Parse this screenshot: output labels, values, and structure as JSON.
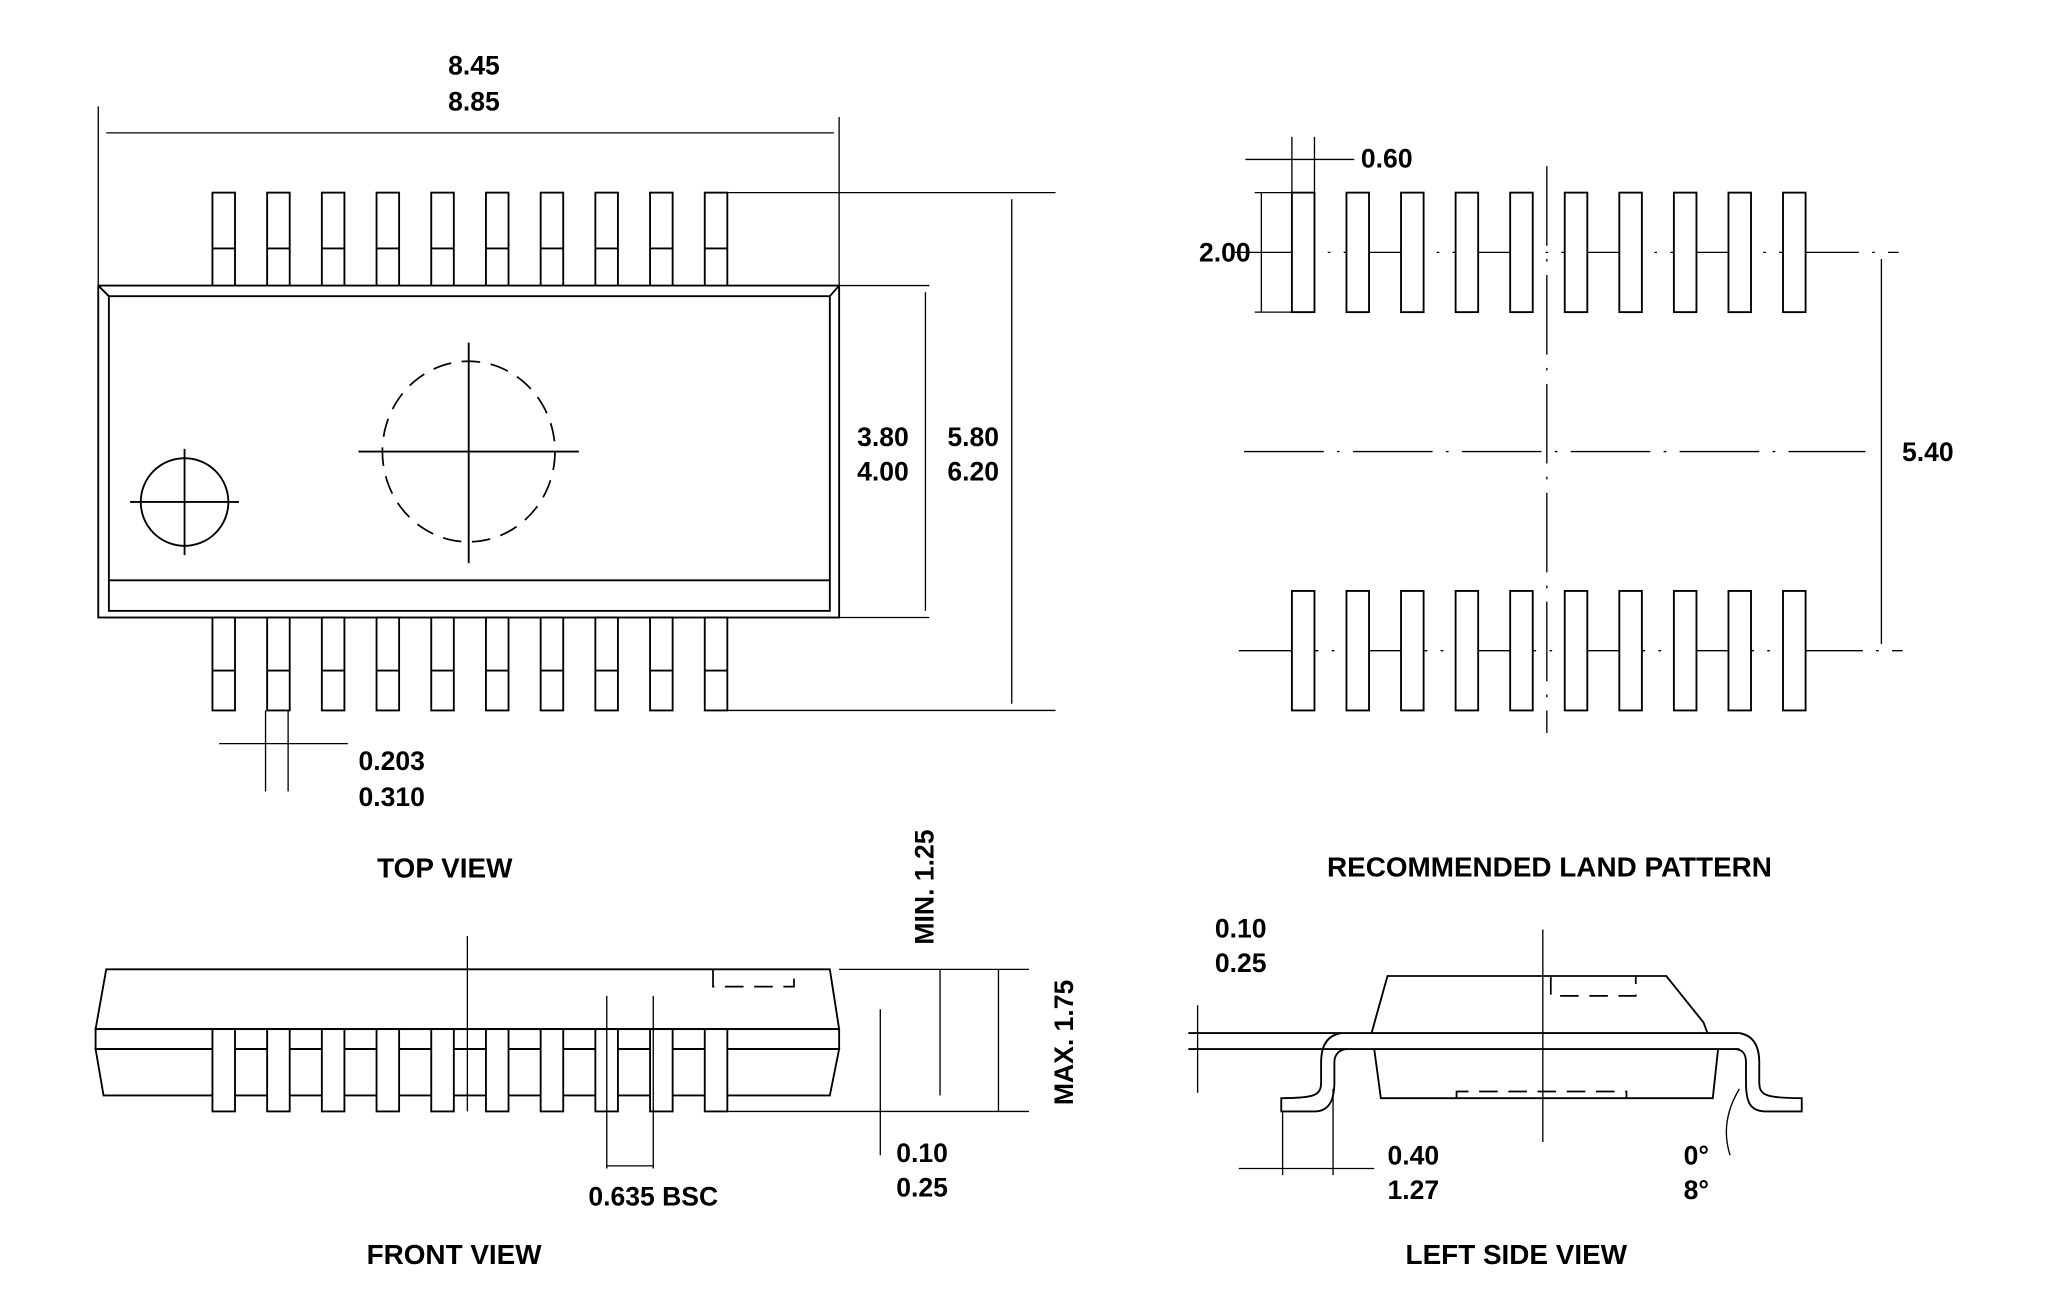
{
  "top_view": {
    "title": "TOP VIEW",
    "length_min": "8.45",
    "length_max": "8.85",
    "body_width_min": "3.80",
    "body_width_max": "4.00",
    "overall_width_min": "5.80",
    "overall_width_max": "6.20",
    "lead_width_min": "0.203",
    "lead_width_max": "0.310",
    "lead_count_per_side": 10
  },
  "land_pattern": {
    "title": "RECOMMENDED LAND PATTERN",
    "pad_width": "0.60",
    "pad_length": "2.00",
    "row_pitch": "5.40"
  },
  "front_view": {
    "title": "FRONT VIEW",
    "min_height": "MIN. 1.25",
    "max_height": "MAX. 1.75",
    "standoff_min": "0.10",
    "standoff_max": "0.25",
    "pitch": "0.635 BSC"
  },
  "left_side_view": {
    "title": "LEFT SIDE VIEW",
    "lead_thickness_min": "0.10",
    "lead_thickness_max": "0.25",
    "foot_length_min": "0.40",
    "foot_length_max": "1.27",
    "angle_min": "0°",
    "angle_max": "8°"
  }
}
